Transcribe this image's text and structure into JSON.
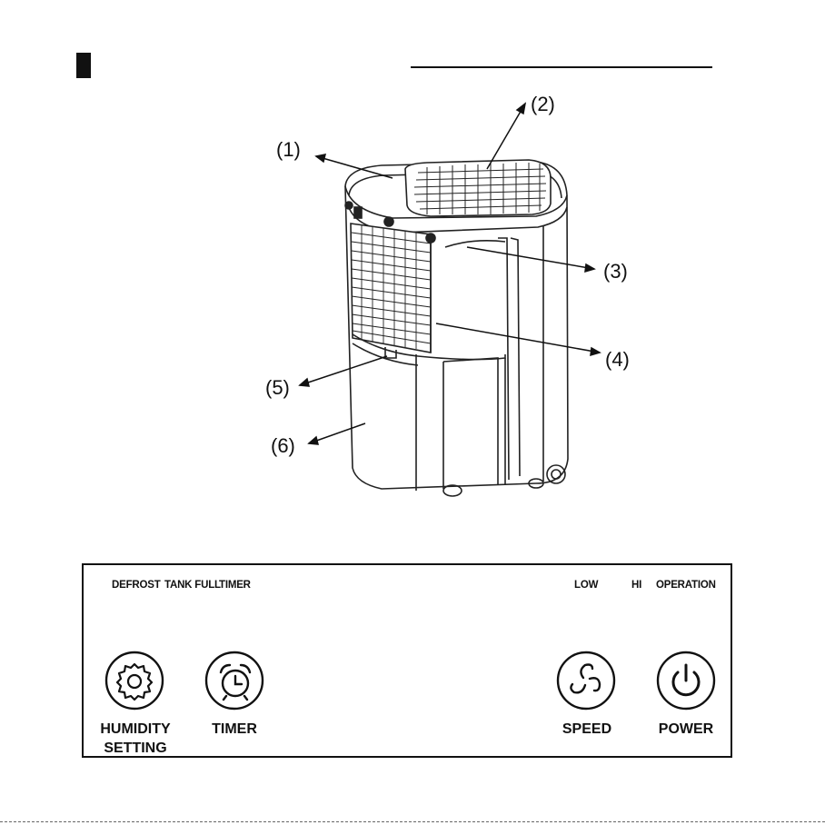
{
  "callouts": {
    "c1": "(1)",
    "c2": "(2)",
    "c3": "(3)",
    "c4": "(4)",
    "c5": "(5)",
    "c6": "(6)"
  },
  "panel": {
    "indicators": {
      "defrost": "DEFROST",
      "tank_full": "TANK FULL",
      "timer": "TIMER",
      "low": "LOW",
      "hi": "HI",
      "operation": "OPERATION"
    },
    "buttons": {
      "humidity_line1": "HUMIDITY",
      "humidity_line2": "SETTING",
      "timer": "TIMER",
      "speed": "SPEED",
      "power": "POWER"
    },
    "icons": {
      "humidity": "gear-icon",
      "timer": "alarm-clock-icon",
      "speed": "fan-icon",
      "power": "power-icon"
    }
  }
}
